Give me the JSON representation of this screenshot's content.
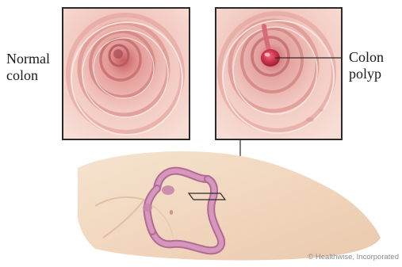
{
  "labels": {
    "normal_line1": "Normal",
    "normal_line2": "colon",
    "polyp_line1": "Colon",
    "polyp_line2": "polyp"
  },
  "credit": "© Healthwise, Incorporated",
  "colors": {
    "mucosa_light": "#f4d3cc",
    "mucosa_mid": "#e7aaa2",
    "mucosa_dark": "#c8736e",
    "polyp": "#c9304a",
    "body_skin": "#f1d8bf",
    "colon_tract": "#c77aa3",
    "outline": "#2a2a2a"
  }
}
